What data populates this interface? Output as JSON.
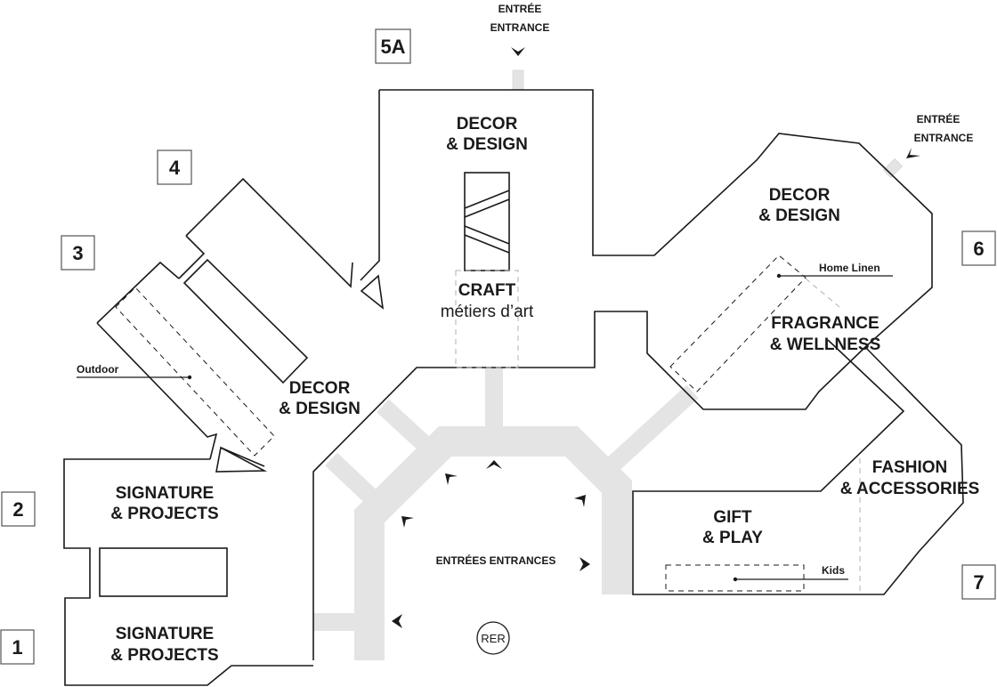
{
  "map": {
    "halls": [
      {
        "id": "1",
        "label": "1"
      },
      {
        "id": "2",
        "label": "2"
      },
      {
        "id": "3",
        "label": "3"
      },
      {
        "id": "4",
        "label": "4"
      },
      {
        "id": "5A",
        "label": "5A"
      },
      {
        "id": "6",
        "label": "6"
      },
      {
        "id": "7",
        "label": "7"
      }
    ],
    "entrances": {
      "top": {
        "line1": "ENTRÉE",
        "line2": "ENTRANCE"
      },
      "right": {
        "line1": "ENTRÉE",
        "line2": "ENTRANCE"
      },
      "center": "ENTRÉES ENTRANCES"
    },
    "zones": {
      "decor_design_top": {
        "line1": "DECOR",
        "line2": "& DESIGN"
      },
      "decor_design_right": {
        "line1": "DECOR",
        "line2": "& DESIGN"
      },
      "decor_design_left": {
        "line1": "DECOR",
        "line2": "& DESIGN"
      },
      "craft": {
        "line1": "CRAFT",
        "line2": "métiers d’art"
      },
      "fragrance": {
        "line1": "FRAGRANCE",
        "line2": "& WELLNESS"
      },
      "fashion": {
        "line1": "FASHION",
        "line2": "& ACCESSORIES"
      },
      "gift": {
        "line1": "GIFT",
        "line2": "& PLAY"
      },
      "signature_top": {
        "line1": "SIGNATURE",
        "line2": "& PROJECTS"
      },
      "signature_bottom": {
        "line1": "SIGNATURE",
        "line2": "& PROJECTS"
      }
    },
    "sub_areas": {
      "outdoor": "Outdoor",
      "home_linen": "Home Linen",
      "kids": "Kids"
    },
    "transit": {
      "rer": "RER"
    },
    "colors": {
      "walls": "#1a1a1a",
      "aisles": "#e4e4e4",
      "background": "#ffffff"
    }
  }
}
